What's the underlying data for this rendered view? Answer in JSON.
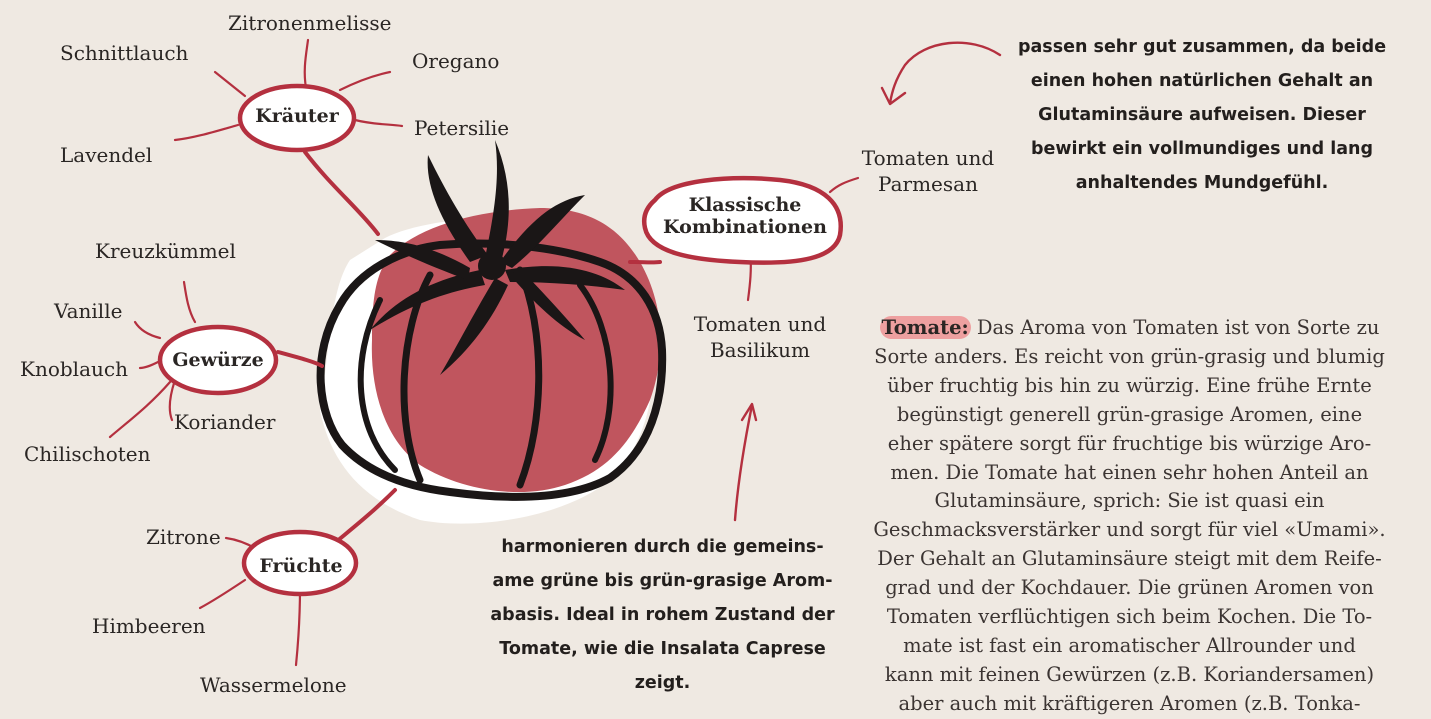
{
  "colors": {
    "background": "#efe9e2",
    "accent": "#b4303f",
    "tomato": "#c0555e",
    "ink": "#1a1616",
    "highlight": "#eea0a0"
  },
  "center": {
    "icon": "tomato-illustration"
  },
  "groups": {
    "herbs": {
      "title": "Kräuter",
      "items": [
        "Zitronenmelisse",
        "Schnittlauch",
        "Oregano",
        "Petersilie",
        "Lavendel"
      ]
    },
    "spices": {
      "title": "Gewürze",
      "items": [
        "Kreuzkümmel",
        "Vanille",
        "Knoblauch",
        "Koriander",
        "Chilischoten"
      ]
    },
    "fruits": {
      "title": "Früchte",
      "items": [
        "Zitrone",
        "Himbeeren",
        "Wassermelone"
      ]
    },
    "classic": {
      "title_line1": "Klassische",
      "title_line2": "Kombinationen",
      "pair1_line1": "Tomaten und",
      "pair1_line2": "Parmesan",
      "pair2_line1": "Tomaten und",
      "pair2_line2": "Basilikum"
    }
  },
  "notes": {
    "parmesan": [
      "passen sehr gut zusammen, da beide",
      "einen hohen natürlichen Gehalt an",
      "Glutaminsäure aufweisen. Dieser",
      "bewirkt ein vollmundiges und lang",
      "anhaltendes Mundgefühl."
    ],
    "basil": [
      "harmonieren durch die gemeins-",
      "ame grüne bis grün-grasige Arom-",
      "abasis. Ideal in rohem Zustand der",
      "Tomate, wie die Insalata Caprese",
      "zeigt."
    ]
  },
  "info": {
    "lead": "Tomate:",
    "lines": [
      "Das Aroma von Tomaten ist von Sorte zu",
      "Sorte anders. Es reicht von grün-grasig und blumig",
      "über fruchtig bis hin zu würzig. Eine frühe Ernte",
      "begünstigt generell grün-grasige Aromen, eine",
      "eher spätere sorgt für fruchtige bis würzige Aro-",
      "men. Die Tomate hat einen sehr hohen Anteil an",
      "Glutaminsäure, sprich: Sie ist quasi ein",
      "Geschmacksverstärker und sorgt für viel «Umami».",
      "Der Gehalt an Glutaminsäure steigt mit dem Reife-",
      "grad und der Kochdauer. Die grünen Aromen von",
      "Tomaten verflüchtigen sich beim Kochen. Die To-",
      "mate ist fast ein aromatischer Allrounder und",
      "kann mit feinen Gewürzen (z.B. Koriandersamen)",
      "aber auch mit kräftigeren Aromen (z.B. Tonka-"
    ]
  }
}
